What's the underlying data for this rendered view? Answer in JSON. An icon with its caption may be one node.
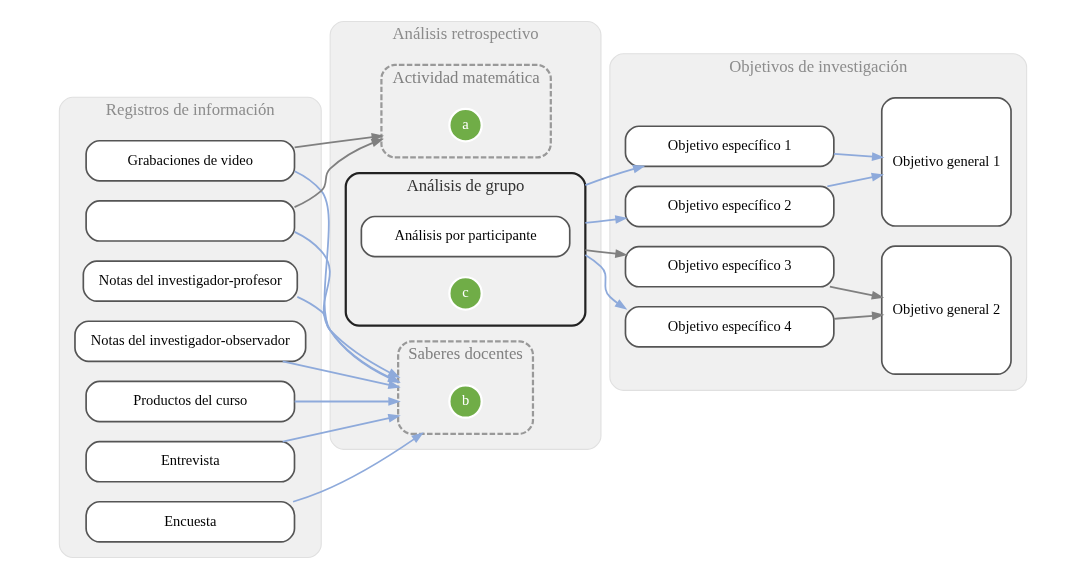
{
  "diagram": {
    "nodes": [
      {
        "text": [
          "Registros de información"
        ]
      },
      {
        "text": [
          "Encuesta"
        ],
        "in": 0
      },
      {
        "text": [
          "Grabaciones de video"
        ],
        "in": 0
      },
      {
        "text": [],
        "shape": "box",
        "in": 0
      },
      {
        "text": [
          "Notas del investigador-profesor"
        ],
        "in": 0
      },
      {
        "text": [
          "Notas del investigador-observador"
        ],
        "in": 0
      },
      {
        "text": [
          "Productos del curso"
        ],
        "in": 0
      },
      {
        "text": [
          "Entrevista"
        ],
        "in": 0
      },
      {
        "text": [
          "Análisis retrospectivo"
        ]
      },
      {
        "text": [
          "Actividad matemática"
        ],
        "in": 8
      },
      {
        "text": [
          "a"
        ],
        "in": 9
      },
      {
        "text": [
          "Análisis de grupo"
        ],
        "in": 8
      },
      {
        "text": [
          "Análisis por participante"
        ],
        "in": 11
      },
      {
        "text": [
          "c"
        ],
        "in": 11
      },
      {
        "text": [
          "Saberes docentes"
        ],
        "in": 8
      },
      {
        "text": [
          "b"
        ],
        "in": 14
      },
      {
        "text": [
          "Objetivos de investigación"
        ]
      },
      {
        "text": [
          "Objetivo específico 1"
        ],
        "in": 16
      },
      {
        "text": [
          "Objetivo específico 2"
        ],
        "in": 16
      },
      {
        "text": [
          "Objetivo general 1"
        ],
        "in": 16
      },
      {
        "text": [
          "Objetivo específico 3"
        ],
        "in": 16
      },
      {
        "text": [
          "Objetivo específico 4"
        ],
        "in": 16
      },
      {
        "text": [
          "Objetivo general 2"
        ],
        "in": 16
      }
    ],
    "edges": [
      {
        "from": 1,
        "to": 14,
        "arrow": "to"
      },
      {
        "from": 2,
        "to": 14,
        "arrow": "to"
      },
      {
        "from": 3,
        "to": 14,
        "arrow": "to"
      },
      {
        "from": 4,
        "to": 14,
        "arrow": "to"
      },
      {
        "from": 5,
        "to": 14,
        "arrow": "to"
      },
      {
        "from": 6,
        "to": 14,
        "arrow": "to"
      },
      {
        "from": 7,
        "to": 14,
        "arrow": "to"
      },
      {
        "from": 2,
        "to": 9,
        "arrow": "to",
        "color": "#808080"
      },
      {
        "from": 3,
        "to": 9,
        "arrow": "to",
        "color": "#808080"
      },
      {
        "from": 11,
        "to": 20,
        "arrow": "to",
        "color": "#808080"
      },
      {
        "from": 11,
        "to": 17,
        "arrow": "to"
      },
      {
        "from": 11,
        "to": 18,
        "arrow": "to"
      },
      {
        "from": 11,
        "to": 21,
        "arrow": "to"
      },
      {
        "from": 17,
        "to": 19,
        "arrow": "to"
      },
      {
        "from": 18,
        "to": 19,
        "arrow": "to"
      },
      {
        "from": 20,
        "to": 22,
        "arrow": "to",
        "color": "#808080"
      },
      {
        "from": 21,
        "to": 22,
        "arrow": "to",
        "color": "#808080"
      }
    ]
  }
}
